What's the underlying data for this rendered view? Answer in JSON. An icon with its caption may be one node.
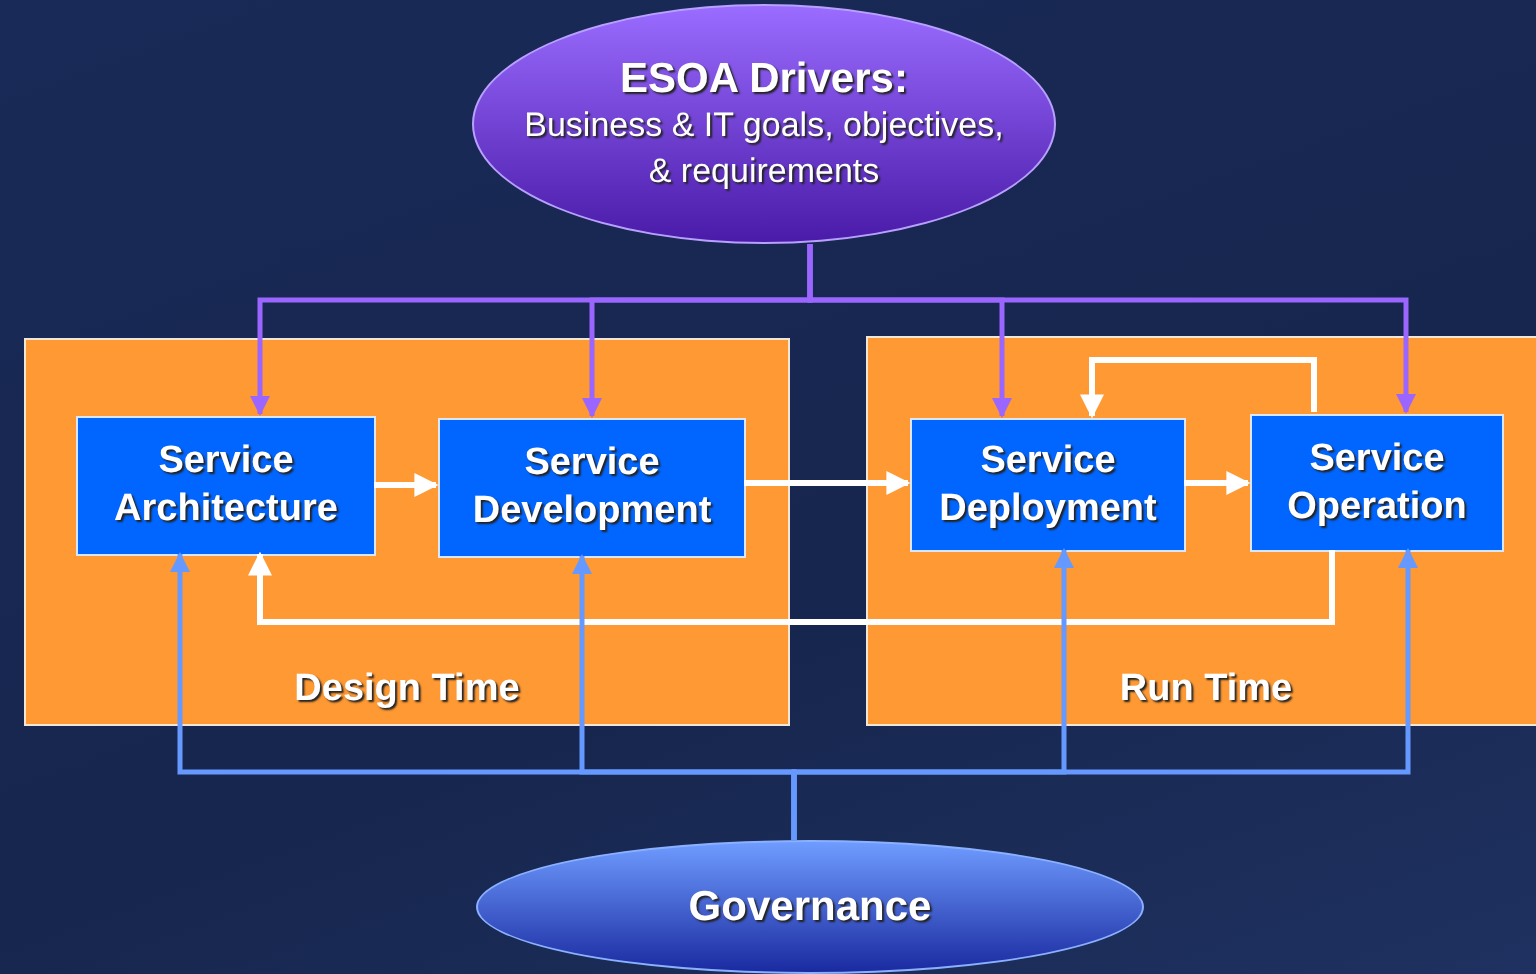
{
  "diagram": {
    "nodes": [
      {
        "text": [
          "ESOA Drivers:",
          "Business & IT goals, objectives, & requirements"
        ]
      },
      {
        "text": [
          "Design Time"
        ]
      },
      {
        "text": [
          "Service Architecture"
        ],
        "in": 1
      },
      {
        "text": [
          "Service Development"
        ],
        "in": 1
      },
      {
        "text": [
          "Run Time"
        ]
      },
      {
        "text": [
          "Service Deployment"
        ],
        "in": 4
      },
      {
        "text": [
          "Service Operation"
        ],
        "in": 4
      },
      {
        "text": [
          "Governance"
        ]
      }
    ],
    "edges": [
      {
        "from": 0,
        "to": 2,
        "arrow": "to",
        "color": "#9a66ff"
      },
      {
        "from": 0,
        "to": 3,
        "arrow": "to",
        "color": "#9a66ff"
      },
      {
        "from": 0,
        "to": 5,
        "arrow": "to",
        "color": "#9a66ff"
      },
      {
        "from": 0,
        "to": 6,
        "arrow": "to",
        "color": "#9a66ff"
      },
      {
        "from": 2,
        "to": 3,
        "arrow": "to"
      },
      {
        "from": 3,
        "to": 5,
        "arrow": "to"
      },
      {
        "from": 5,
        "to": 6,
        "arrow": "to"
      },
      {
        "from": 6,
        "to": 5,
        "arrow": "to"
      },
      {
        "from": 6,
        "to": 2,
        "arrow": "to"
      },
      {
        "from": 7,
        "to": 2,
        "arrow": "to",
        "color": "#6699ff"
      },
      {
        "from": 7,
        "to": 3,
        "arrow": "to",
        "color": "#6699ff"
      },
      {
        "from": 7,
        "to": 5,
        "arrow": "to",
        "color": "#6699ff"
      },
      {
        "from": 7,
        "to": 6,
        "arrow": "to",
        "color": "#6699ff"
      }
    ]
  }
}
